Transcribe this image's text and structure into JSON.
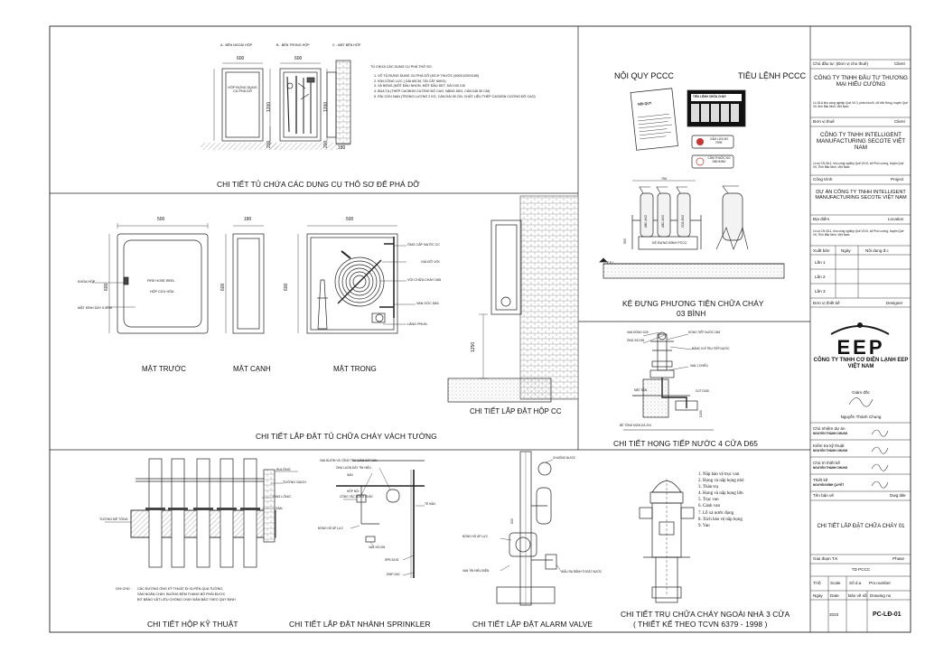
{
  "panel_tu_do": {
    "view_labels": [
      "A - BÊN NGOÀI HỘP",
      "B - BÊN TRONG HỘP",
      "C - MẶT BÊN HỘP"
    ],
    "dim_width_a": "600",
    "dim_width_b": "600",
    "dim_height": "1200",
    "dim_height_b": "1200",
    "dim_base": "200",
    "dim_base_b": "200",
    "dim_side": "180",
    "door_label": "HỘP ĐỰNG DỤNG CỤ PHÁ DỠ",
    "list_title": "TỦ CHỨA CÁC DỤNG CỤ PHÁ THÔ SƠ:",
    "list_items": [
      "1.  VỎ TỦ ĐỰNG DỤNG CỤ PHÁ DỠ (KÍCH THƯỚC (600X1200X180)",
      "2.  KÌM CỘNG LỰC ( DÀI 60CM, TẢI CẮT 60KG)",
      "3.  XÀ BENG (MỘT ĐẦU NHỌN, MỘT ĐẦU DẸT, DÀI 100 CM",
      "4.  BÚA TẠ (THÉP CACBON CƯỜNG ĐỘ CAO, NẶNG 5KG, CÁN DÀI 50 CM)",
      "5.  RÌU CỨU NẠN (TRỌNG LƯỢNG 2 KG, CÁN DÀI 90 CM, CHẤT LIỆU THÉP CACBON CƯỜNG ĐỘ CAO)"
    ],
    "caption": "CHI TIẾT TỦ CHỨA CÁC DỤNG CỤ THÔ SƠ ĐỂ PHÁ DỠ"
  },
  "panel_noi_quy": {
    "title_left": "NỘI QUY PCCC",
    "title_right": "TIÊU LỆNH PCCC",
    "doc_heading": "NỘI QUY",
    "board_heading": "TIÊU LỆNH CHỮA CHÁY",
    "sign_fire": "CẤM LỬA NO FIRE",
    "sign_smoke": "CẤM THUỐC NO SMOKING",
    "dim_top": "700",
    "dim_side": "500",
    "rack_label": "KỆ ĐỰNG BÌNH PCCC",
    "ext_labels": [
      "ABC-4KG",
      "ABC-4KG",
      "CO2-3KG"
    ],
    "floor_label": "F.F.L",
    "caption_line1": "KỆ ĐỰNG PHƯƠNG TIỆN CHỮA CHÁY",
    "caption_line2": "03 BÌNH"
  },
  "panel_vach_tuong": {
    "dim_front_w": "500",
    "dim_side_w": "180",
    "dim_inner_w": "500",
    "dim_h1": "600",
    "dim_h2": "600",
    "dim_h3": "600",
    "front_text1": "FIRE HOSE REEL",
    "front_text2": "HỘP CỨU HỎA",
    "label_khoa": "KHÓA HỘP",
    "label_kinh": "MẶT KÍNH DÀY 0.5CM",
    "inner_labels": [
      "ỐNG CẤP NƯỚC CC",
      "GIÁ ĐỠ VÒI",
      "VÒI CHỮA CHÁY D65",
      "VAN GÓC    D65",
      "LĂNG PHUN"
    ],
    "view_front": "MẶT TRƯỚC",
    "view_side": "MẶT CẠNH",
    "view_inner": "MẶT TRONG",
    "caption": "CHI TIẾT LẮP ĐẶT TỦ CHỮA CHÁY VÁCH TƯỜNG",
    "install_dim": "1250",
    "install_caption": "CHI TIẾT LẮP ĐẶT HỘP CC"
  },
  "panel_hong": {
    "labels": [
      "VAN ĐÓNG D25",
      "ỐNG XẢ D25",
      "HỌNG TIẾP NƯỚC D65",
      "BẢNG CHỈ TRỤ TIẾP NƯỚC",
      "VAN 1 CHIỀU",
      "MẶT SÂN",
      "CÚT D150",
      "D150",
      "BÊ TÔNG M200,DÀ 2X4"
    ],
    "caption": "CHI TIẾT HỌNG TIẾP NƯỚC 4 CỬA D65"
  },
  "panel_hop_ky_thuat": {
    "labels": [
      "BULÔNG",
      "TƯỜNG GẠCH",
      "ỐNG LỒNG",
      "SÀN"
    ],
    "wall_label": "TƯỜNG BÊ TÔNG",
    "note_title": "GHI CHÚ :",
    "note_lines": [
      "CÁC ĐƯỜNG ỐNG KỸ THUẬT ĐI XUYÊN QUA TƯỜNG,",
      "SÀN NGĂN CHÁY, BUỒNG ĐỆM THANG BỘ PHẢI ĐƯỢC",
      "BỊT BẰNG VẬT LIỆU CHỐNG CHÁY ĐẢM BẢO THEO QUY ĐỊNH"
    ],
    "caption": "CHI TIẾT HỘP KỸ THUẬT"
  },
  "panel_sprinkler": {
    "labels": [
      "VAN BƯỚM VÀ CÔNG TẮC GIÁM SÁT VAN",
      "ỐNG LUỒN DÂY TÍN HIỆU",
      "SÀN",
      "HỘP NỐI",
      "CÔNG TẮC DÒNG CHẢY",
      "TÊ HÀN",
      "ĐỒNG HỒ ÁP LỰC",
      "VAN XẢ D25",
      "SPR-D100",
      "DWP-D40"
    ],
    "caption": "CHI TIẾT LẮP ĐẶT NHÁNH SPRINKLER"
  },
  "panel_alarm": {
    "labels": [
      "CHUÔNG NƯỚC",
      "ĐỒNG HỒ ÁP LỰC",
      "VAN TÍN HIỆU ĐIỆN",
      "ĐẦU RA RÃNH THOÁT NƯỚC",
      "D25"
    ],
    "caption": "CHI TIẾT LẮP ĐẶT ALARM VALVE"
  },
  "panel_tru": {
    "list": [
      "1. Nắp bảo vệ trục van",
      "2. Họng và nắp họng nhỏ",
      "3. Thân trụ",
      "4. Họng và nắp họng lớn",
      "5. Trục van",
      "6. Cánh van",
      "7. Lỗ xả nước đọng",
      "8. Xích bảo vệ nắp họng",
      "9. Van"
    ],
    "caption_line1": "CHI TIẾT TRỤ CHỮA CHÁY NGOÀI NHÀ 3 CỬA",
    "caption_line2": "( THIẾT KẾ THEO TCVN 6379 - 1998 )"
  },
  "title_block": {
    "client_label_vn": "Chủ đầu tư: (Đơn vị cho thuê)",
    "client_label_en": "Client",
    "client_name": "CÔNG TY TNHH ĐẦU TƯ THƯƠNG MẠI HIẾU CƯỜNG",
    "client_addr": "Lô 18-A khu công nghiệp Quế Võ 3, phân khu B, xã Việt Hùng, huyện Quế Võ, tỉnh Bắc Ninh, Việt Nam",
    "tenant_label_vn": "Đơn vị thuê",
    "tenant_label_en": "Client",
    "tenant_name": "CÔNG TY TNHH INTELLIGENT MANUFACTURING SECOTE VIỆT NAM",
    "tenant_addr": "Lô số CN 08-1, khu công nghiệp Quế Võ III, xã Phù Lương, huyện Quế Võ, Tỉnh Bắc Ninh, Việt Nam",
    "project_label_vn": "Công trình",
    "project_label_en": "Project",
    "project_name": "DỰ ÁN CÔNG TY TNHH INTELLIGENT MANUFACTURING SECOTE VIỆT NAM",
    "location_label_vn": "Địa điểm",
    "location_label_en": "Location",
    "location_text": "Lô số CN 08-1, khu công nghiệp Quế Võ III, xã Phù Lương, huyện Quế Võ, Tỉnh Bắc Ninh, Việt Nam",
    "rev_headers": [
      "Xuất bản",
      "Ngày",
      "Nội dung đ.c"
    ],
    "rev_rows": [
      "Lần 1",
      "Lần 2",
      "Lần 3"
    ],
    "designer_label_vn": "Đơn vị thiết kế",
    "designer_label_en": "Designer",
    "logo_text": "EEP",
    "designer_name": "CÔNG TY TNHH CƠ ĐIỆN LẠNH EEP VIỆT NAM",
    "director_label": "Giám đốc",
    "director_name": "Nguyễn Thành Chung",
    "people": [
      {
        "role": "Chủ nhiệm dự án",
        "name": "NGUYỄN THÀNH CHUNG"
      },
      {
        "role": "Kiểm tra kỹ thuật",
        "name": "NGUYỄN THÀNH CHUNG"
      },
      {
        "role": "Chủ trì thiết kế",
        "name": "NGUYỄN THÀNH CHUNG"
      },
      {
        "role": "Thiết kế",
        "name": "NGUYỄN ĐÌNH QUYẾT"
      }
    ],
    "drawing_label_vn": "Tên bản vẽ",
    "drawing_label_en": "Dwg.title",
    "drawing_title": "CHI TIẾT LẮP ĐẶT CHỮA CHÁY 01",
    "phase_label_vn": "Giai đoạn T.K",
    "phase_label_en": "Phase",
    "phase_value": "TD PCCC",
    "scale_label": "Tỉ lệ",
    "scale_value": "Scale",
    "pro_label": "Số d.a",
    "pro_value": "Pro.number",
    "date_label": "Ngày",
    "date_value": "Date",
    "dwgno_label": "Bản vẽ số",
    "dwgno_value": "Drawing no",
    "year": "2023",
    "drawing_no": "PC-LĐ-01"
  }
}
